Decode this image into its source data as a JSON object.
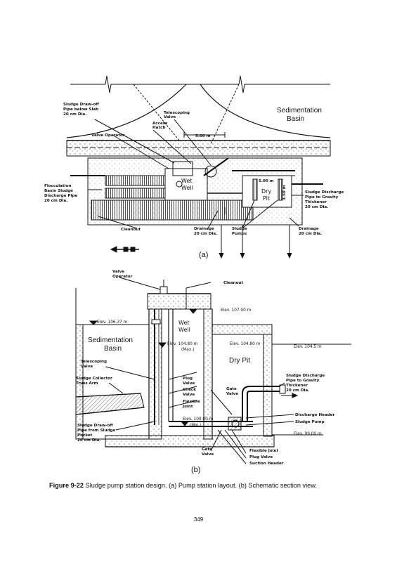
{
  "top": {
    "labels": {
      "sludge_drawoff": [
        "Sludge Draw-off",
        "Pipe below Slab",
        "20 cm Dia."
      ],
      "telescoping": [
        "Telescoping",
        "Valve"
      ],
      "access": [
        "Access",
        "Hatch"
      ],
      "valve_operator": "Valve Operator",
      "sedimentation": [
        "Sedimentation",
        "Basin"
      ],
      "wet_well": [
        "Wet",
        "Well"
      ],
      "dry_pit": [
        "Dry",
        "Pit"
      ],
      "dim_500": "5.00 m",
      "dim_500b": "5.00 m",
      "dim_350": "3.50 m",
      "flocculation": [
        "Flocculation",
        "Basin Sludge",
        "Discharge Pipe",
        "20 cm Dia."
      ],
      "sludge_discharge": [
        "Sludge Discharge",
        "Pipe to Gravity",
        "Thickener",
        "20 cm Dia."
      ],
      "cleanout": "Cleanout",
      "drainage1": [
        "Drainage",
        "20 cm Dia."
      ],
      "sludge_pumps": [
        "Sludge",
        "Pumps"
      ],
      "drainage2": [
        "Drainage",
        "20 cm Dia."
      ]
    },
    "sublabel": "(a)"
  },
  "bottom": {
    "labels": {
      "valve_operator": [
        "Valve",
        "Operator"
      ],
      "cleanout": "Cleanout",
      "elev_107": "Elev. 107.00  m",
      "elev_10637": "Elev. 106.37  m",
      "wet_well": [
        "Wet",
        "Well"
      ],
      "sedimentation": [
        "Sedimentation",
        "Basin"
      ],
      "elev_10480a": "Elev. 104.80  m",
      "max": "(Max.)",
      "elev_10480b": "Elev. 104.80  m",
      "elev_1045": "Elev.  104.5  m",
      "dry_pit": "Dry Pit",
      "telescoping": [
        "Telescoping",
        "Valve"
      ],
      "sludge_collector": [
        "Sludge Collector",
        "Truss Arm"
      ],
      "plug_valve": [
        "Plug",
        "Valve"
      ],
      "check_valve": [
        "Check",
        "Valve"
      ],
      "flexible_joint": [
        "Flexible",
        "Joint"
      ],
      "gate_valve": [
        "Gate",
        "Valve"
      ],
      "sludge_discharge": [
        "Sludge Discharge",
        "Pipe to Gravity",
        "Thickener",
        "20 cm Dia."
      ],
      "discharge_header": "Discharge Header",
      "sludge_pump": "Sludge Pump",
      "elev_100": "Elev. 100.00  m",
      "min": "(Min.)",
      "elev_99": "Elev.  99.00  m",
      "sludge_drawoff": [
        "Sludge Draw-off",
        "Pipe from Sludge",
        "Pocket",
        "20 cm Dia."
      ],
      "gate_valve2": [
        "Gate",
        "Valve"
      ],
      "flexible_joint2": "Flexible Joint",
      "plug_valve2": "Plug Valve",
      "suction_header": "Suction Header"
    },
    "sublabel": "(b)"
  },
  "caption": {
    "figure": "Figure 9-22",
    "text": "Sludge pump station design. (a) Pump station layout. (b) Schematic section view."
  },
  "page_number": "349"
}
